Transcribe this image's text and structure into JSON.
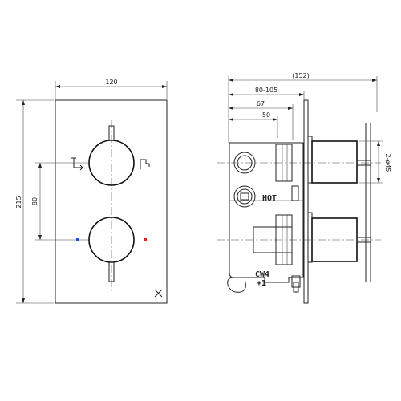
{
  "front_view": {
    "width_dim": "120",
    "height_dim": "215",
    "spacing_dim": "80",
    "cold_marker_color": "#1e4fd6",
    "hot_marker_color": "#e02020",
    "icons": [
      "shower-icon",
      "bath-spout-icon",
      "brand-x-icon"
    ]
  },
  "side_view": {
    "overall_depth_dim": "(152)",
    "body_depth_dim": "80-105",
    "mid_depth_dim": "67",
    "min_depth_dim": "50",
    "handle_dia_dim": "2-ø45",
    "hot_label": "HOT",
    "cw_label": "CW4",
    "rotation_label": "+1"
  }
}
